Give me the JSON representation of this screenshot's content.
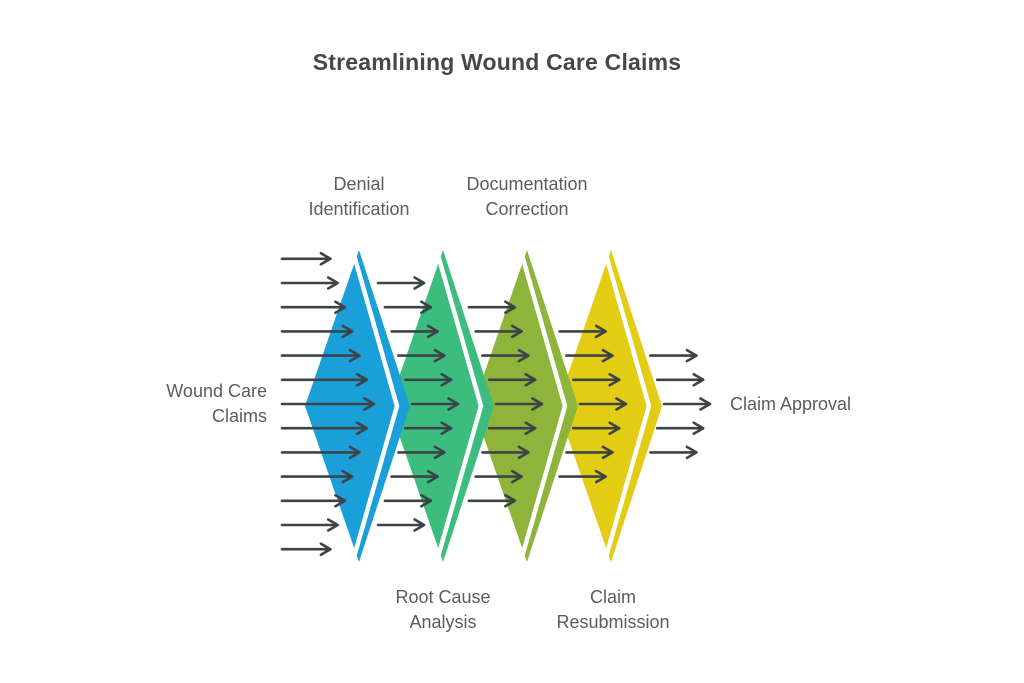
{
  "title": "Streamlining Wound Care Claims",
  "diagram": {
    "input_label": "Wound Care Claims",
    "output_label": "Claim Approval",
    "stages": [
      {
        "label": "Denial Identification",
        "color": "#1b9fd8",
        "label_position": "top"
      },
      {
        "label": "Root Cause Analysis",
        "color": "#3cbd7e",
        "label_position": "bottom"
      },
      {
        "label": "Documentation Correction",
        "color": "#8fb43c",
        "label_position": "top"
      },
      {
        "label": "Claim Resubmission",
        "color": "#e2cc14",
        "label_position": "bottom"
      }
    ],
    "arrow_counts": [
      13,
      11,
      9,
      7,
      5
    ],
    "arrow_color": "#3d4347",
    "stripe_color": "#ffffff",
    "label_color": "#5a5c5e",
    "title_color": "#454749"
  }
}
